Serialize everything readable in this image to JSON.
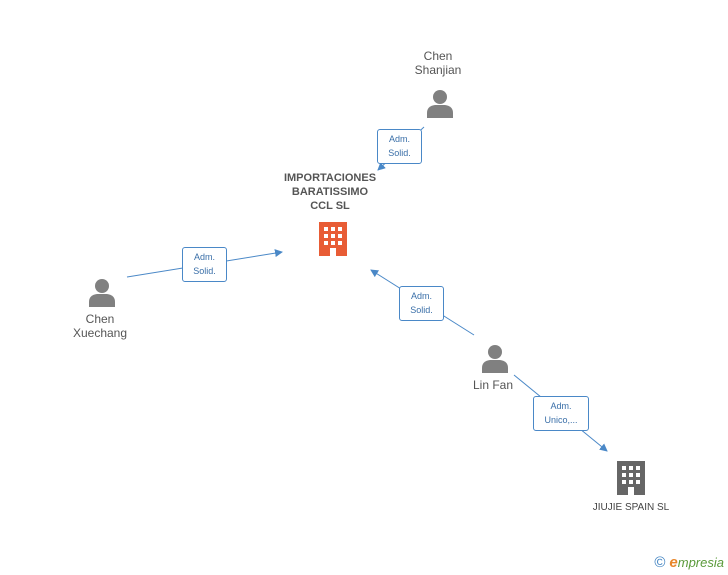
{
  "nodes": {
    "chen_shanjian": {
      "label": "Chen\nShanjian",
      "icon": "person-icon"
    },
    "importaciones": {
      "label": "IMPORTACIONES\nBARATISSIMO\nCCL SL",
      "icon": "building-icon"
    },
    "chen_xuechang": {
      "label": "Chen\nXuechang",
      "icon": "person-icon"
    },
    "lin_fan": {
      "label": "Lin Fan",
      "icon": "person-icon"
    },
    "jiujie": {
      "label": "JIUJIE SPAIN  SL",
      "icon": "building-icon"
    }
  },
  "edges": [
    {
      "label": "Adm.\nSolid."
    },
    {
      "label": "Adm.\nSolid."
    },
    {
      "label": "Adm.\nSolid."
    },
    {
      "label": "Adm.\nUnico,..."
    }
  ],
  "footer": {
    "copyright": "©",
    "brand_initial": "e",
    "brand_rest": "mpresia"
  },
  "colors": {
    "edge": "#4a88c7",
    "person": "#808080",
    "company_main": "#e85c35",
    "company_other": "#666666"
  }
}
